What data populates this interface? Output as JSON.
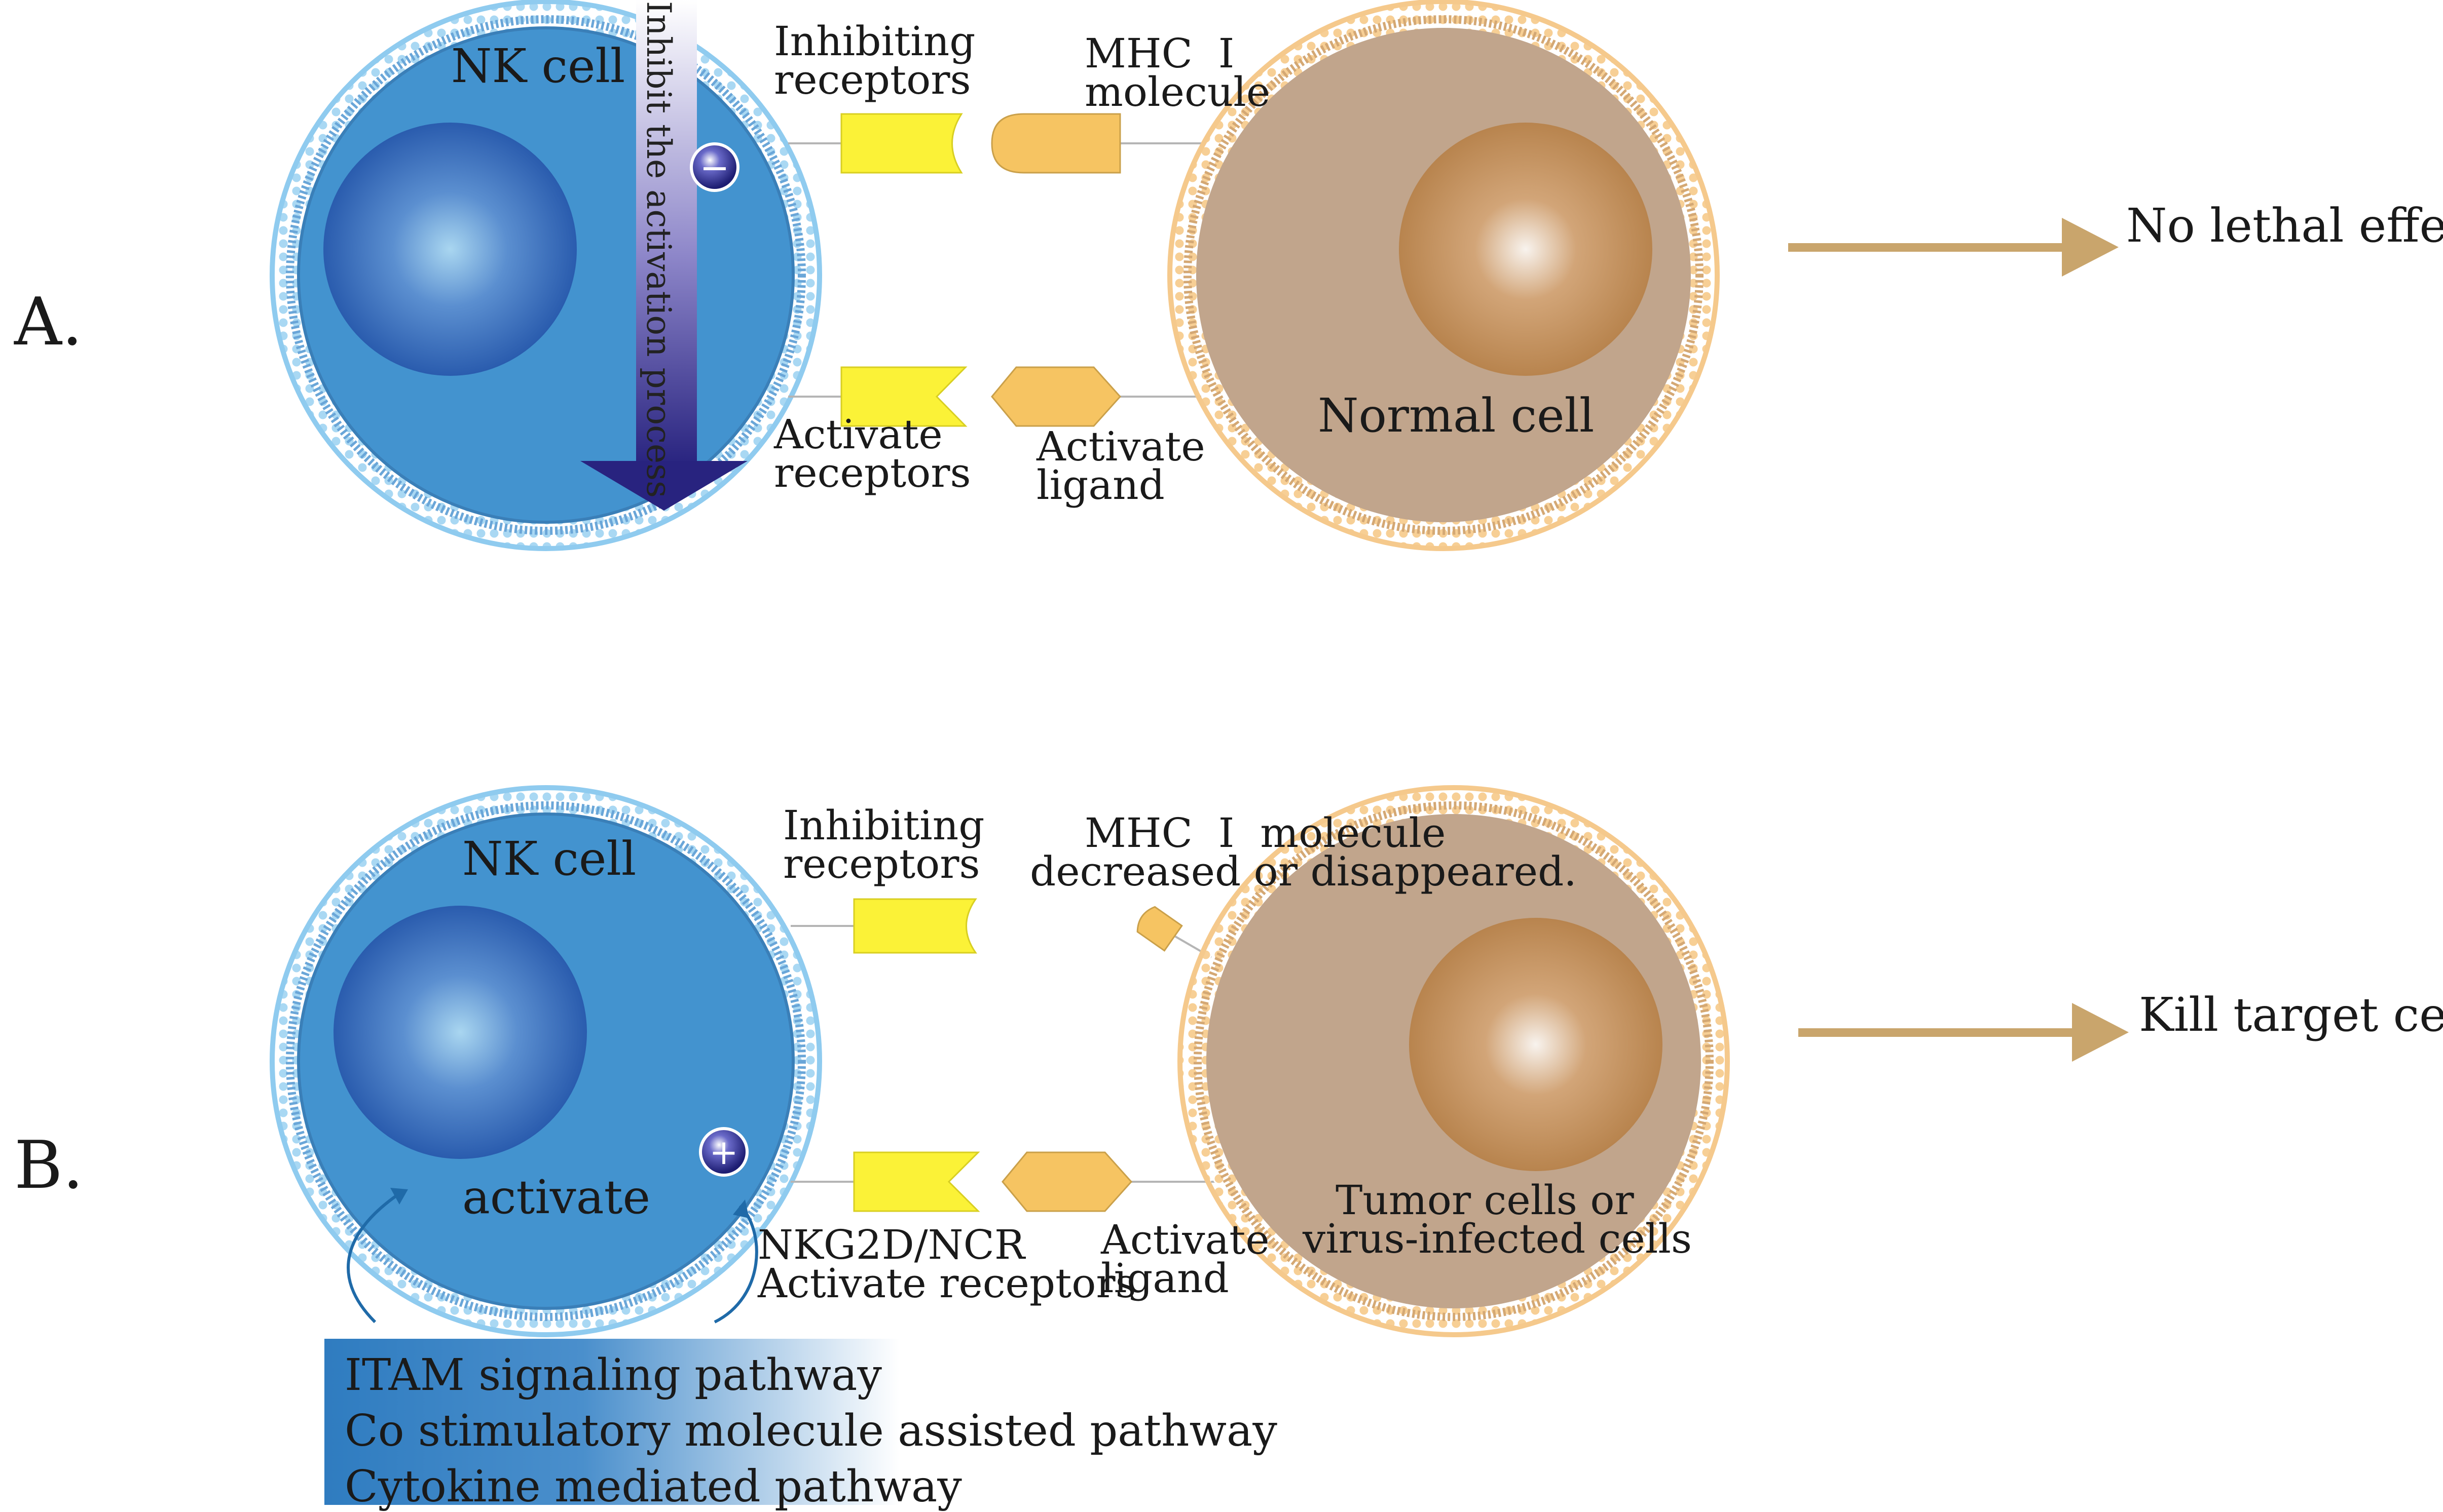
{
  "panel_a": {
    "label": "A.",
    "nk_cell": "NK cell",
    "inhibit_arrow_text": "Inhibit the activation process",
    "inhibiting_receptors": [
      "Inhibiting",
      "receptors"
    ],
    "mhc_molecule": [
      "MHC  I",
      "molecule"
    ],
    "activate_receptors": [
      "Activate",
      "receptors"
    ],
    "activate_ligand": [
      "Activate",
      "ligand"
    ],
    "target_cell": "Normal cell",
    "outcome": "No lethal effect",
    "sign": "−"
  },
  "panel_b": {
    "label": "B.",
    "nk_cell": "NK cell",
    "activate_text": "activate",
    "inhibiting_receptors": [
      "Inhibiting",
      "receptors"
    ],
    "mhc_molecule": [
      "MHC  I  molecule",
      "decreased or disappeared."
    ],
    "activate_receptors": [
      "NKG2D/NCR",
      "Activate receptors"
    ],
    "activate_ligand": [
      "Activate",
      "ligand"
    ],
    "target_cell": [
      "Tumor cells or",
      "virus-infected cells"
    ],
    "outcome": "Kill target cells",
    "sign": "+",
    "pathways": [
      "ITAM signaling pathway",
      "Co stimulatory molecule assisted pathway",
      "Cytokine mediated pathway"
    ]
  },
  "colors": {
    "nk_cell_body": "#4393cf",
    "nk_membrane": "#8fcbef",
    "nk_nucleus": "#2d63b2",
    "target_body": "#c1a58c",
    "target_membrane": "#f5c98c",
    "target_nucleus": "#b8854d",
    "receptor": "#fbf237",
    "ligand": "#f6c462",
    "outcome_arrow": "#c9a56c",
    "inhibit_arrow": "#2b2a8f"
  }
}
